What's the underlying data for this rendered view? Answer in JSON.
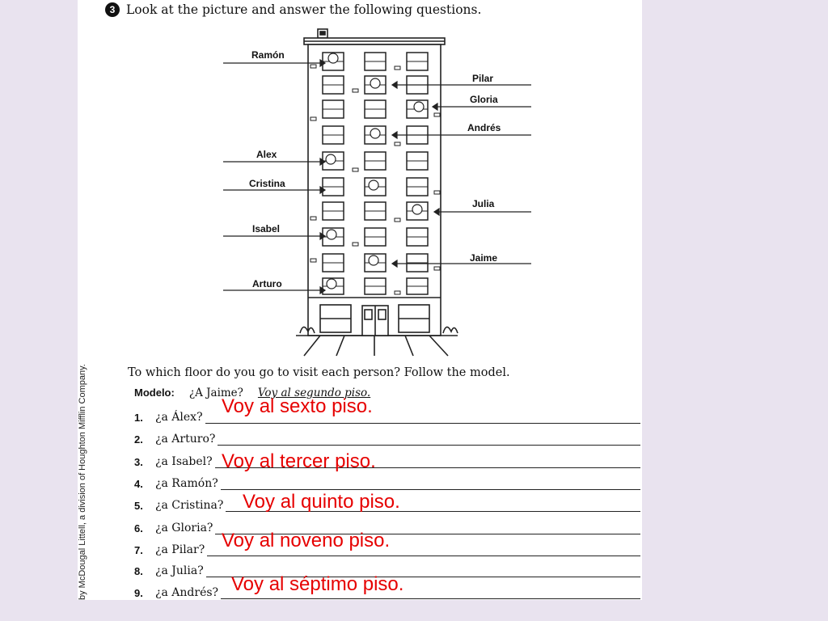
{
  "sidebar_text": "by McDougal Littell, a division of Houghton Mifflin Company.",
  "exercise": {
    "number": "3",
    "heading": "Look at the picture and answer the following questions."
  },
  "building": {
    "labels": {
      "ramon": "Ramón",
      "pilar": "Pilar",
      "gloria": "Gloria",
      "andres": "Andrés",
      "alex": "Alex",
      "cristina": "Cristina",
      "julia": "Julia",
      "isabel": "Isabel",
      "jaime": "Jaime",
      "arturo": "Arturo"
    }
  },
  "instruction": "To which floor do you go to visit each person? Follow the model.",
  "modelo": {
    "label": "Modelo:",
    "question": "¿A Jaime?",
    "answer": "Voy al segundo piso."
  },
  "questions": [
    {
      "num": "1.",
      "text": "¿a Álex?"
    },
    {
      "num": "2.",
      "text": "¿a Arturo?"
    },
    {
      "num": "3.",
      "text": "¿a Isabel?"
    },
    {
      "num": "4.",
      "text": "¿a Ramón?"
    },
    {
      "num": "5.",
      "text": "¿a Cristina?"
    },
    {
      "num": "6.",
      "text": "¿a Gloria?"
    },
    {
      "num": "7.",
      "text": "¿a Pilar?"
    },
    {
      "num": "8.",
      "text": "¿a Julia?"
    },
    {
      "num": "9.",
      "text": "¿a Andrés?"
    }
  ],
  "handwritten_answers": {
    "a1": "Voy al sexto piso.",
    "a3": "Voy al tercer piso.",
    "a5": "Voy al quinto piso.",
    "a7": "Voy al noveno piso.",
    "a9": "Voy al séptimo piso."
  },
  "colors": {
    "answer_red": "#e60000",
    "background": "#e9e3ef"
  }
}
